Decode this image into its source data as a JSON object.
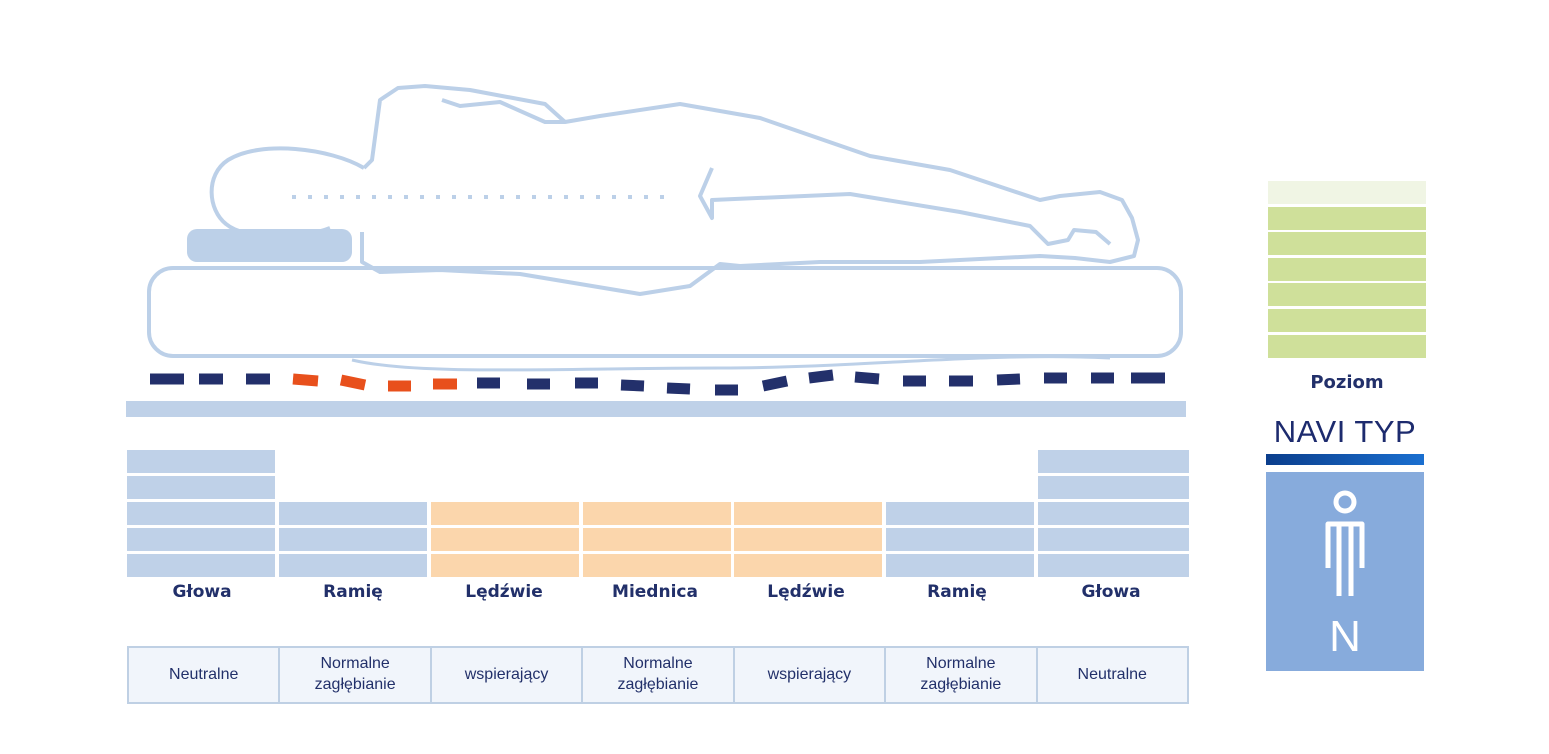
{
  "colors": {
    "outline": "#bcd0e8",
    "zone_blue": "#bfd1e8",
    "zone_peach": "#fbd6ac",
    "dash_navy": "#23306b",
    "dash_orange": "#e8501c",
    "legend_green": "#cfe09a",
    "legend_light": "#f0f5e4",
    "navi_box": "#87abdc",
    "text_navy": "#22306a"
  },
  "zones": [
    {
      "label": "Głowa",
      "levels": 5,
      "color": "blue",
      "support": "Neutralne"
    },
    {
      "label": "Ramię",
      "levels": 3,
      "color": "blue",
      "support": "Normalne zagłębianie"
    },
    {
      "label": "Lędźwie",
      "levels": 3,
      "color": "peach",
      "support": "wspierający"
    },
    {
      "label": "Miednica",
      "levels": 3,
      "color": "peach",
      "support": "Normalne zagłębianie"
    },
    {
      "label": "Lędźwie",
      "levels": 3,
      "color": "peach",
      "support": "wspierający"
    },
    {
      "label": "Ramię",
      "levels": 3,
      "color": "blue",
      "support": "Normalne zagłębianie"
    },
    {
      "label": "Głowa",
      "levels": 5,
      "color": "blue",
      "support": "Neutralne"
    }
  ],
  "legend": {
    "label": "Poziom",
    "levels_filled": 6,
    "levels_total": 7
  },
  "navi": {
    "title": "NAVI TYP",
    "letter": "N",
    "icon": "person-icon"
  }
}
